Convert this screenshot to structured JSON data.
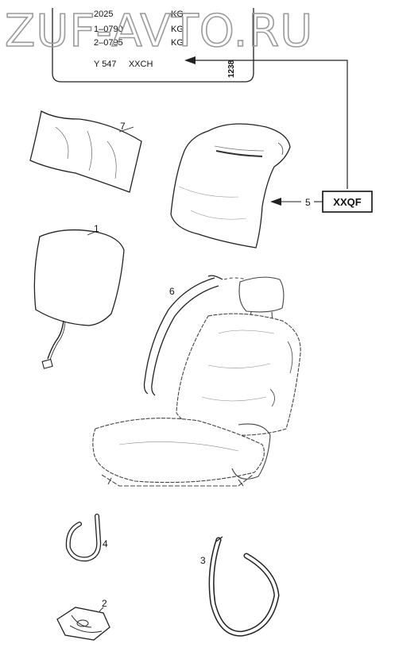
{
  "watermark": "ZUF-AVTO.RU",
  "plate": {
    "rows": [
      {
        "left": "2025",
        "right": "KG"
      },
      {
        "left": "1–0790",
        "right": "KG"
      },
      {
        "left": "2–0795",
        "right": "KG"
      }
    ],
    "code_line": "Y 547     XXCH",
    "vertical_code": "1238"
  },
  "callout_code": "XXQF",
  "parts": [
    {
      "number": "7"
    },
    {
      "number": "5"
    },
    {
      "number": "1"
    },
    {
      "number": "6"
    },
    {
      "number": "4"
    },
    {
      "number": "3"
    },
    {
      "number": "2"
    }
  ]
}
